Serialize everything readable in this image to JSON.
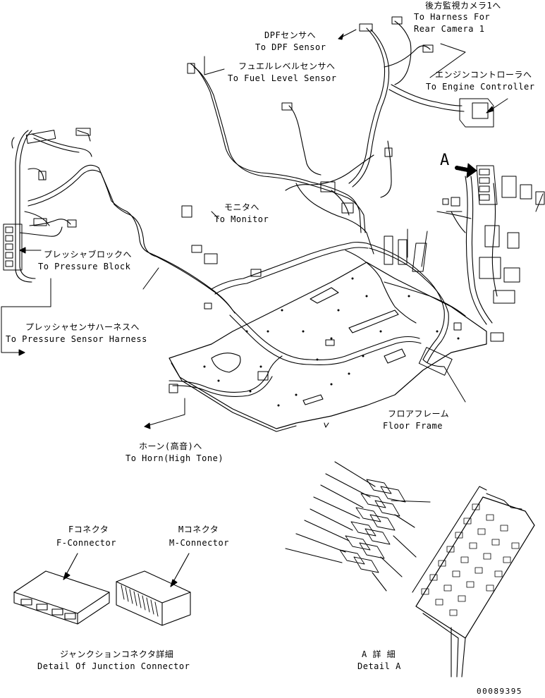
{
  "labels": {
    "rear_camera_jp": "後方監視カメラ1へ",
    "rear_camera_en1": "To Harness For",
    "rear_camera_en2": "Rear Camera 1",
    "dpf_jp": "DPFセンサへ",
    "dpf_en": "To DPF Sensor",
    "fuel_jp": "フュエルレベルセンサへ",
    "fuel_en": "To Fuel Level Sensor",
    "engine_jp": "エンジンコントローラへ",
    "engine_en": "To Engine Controller",
    "monitor_jp": "モニタへ",
    "monitor_en": "To Monitor",
    "pressure_block_jp": "プレッシャブロックへ",
    "pressure_block_en": "To Pressure Block",
    "pressure_sensor_jp": "プレッシャセンサハーネスへ",
    "pressure_sensor_en": "To Pressure Sensor Harness",
    "floor_jp": "フロアフレーム",
    "floor_en": "Floor Frame",
    "horn_jp": "ホーン(高音)へ",
    "horn_en": "To Horn(High Tone)",
    "f_conn_jp": "Fコネクタ",
    "f_conn_en": "F-Connector",
    "m_conn_jp": "Mコネクタ",
    "m_conn_en": "M-Connector",
    "junction_jp": "ジャンクションコネクタ詳細",
    "junction_en": "Detail Of Junction Connector",
    "detail_a_jp": "A 詳 細",
    "detail_a_en": "Detail A",
    "view_a": "A",
    "drawing_number": "00089395"
  }
}
